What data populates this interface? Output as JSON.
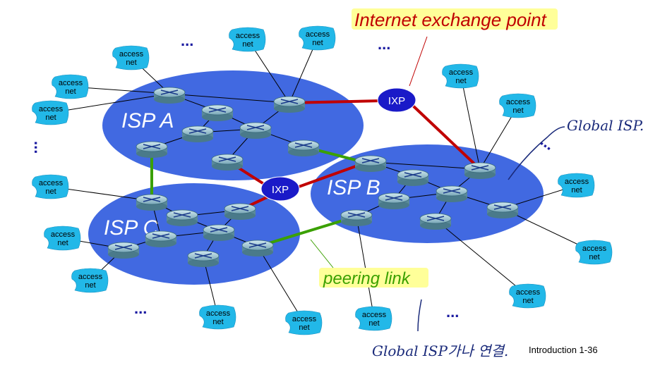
{
  "isps": [
    {
      "id": "a",
      "label": "ISP A"
    },
    {
      "id": "b",
      "label": "ISP B"
    },
    {
      "id": "c",
      "label": "ISP C"
    }
  ],
  "ixps": [
    {
      "id": "top",
      "label": "IXP"
    },
    {
      "id": "middle",
      "label": "IXP"
    }
  ],
  "access_net": {
    "line1": "access",
    "line2": "net"
  },
  "callouts": {
    "internet_exchange_point": "Internet exchange point",
    "peering_link": "peering link"
  },
  "annotations": {
    "global_isp": "Global ISP.",
    "global_isp_note": "Global ISP가나 연결."
  },
  "footer": {
    "slide_label": "Introduction 1-36"
  },
  "ellipsis": "...",
  "colors": {
    "isp_cloud": "#4169e1",
    "ixp_node": "#1a1ac8",
    "ixp_link": "#c00000",
    "peering_link": "#3aa000",
    "access_cloud": "#22b8e8",
    "callout_highlight": "#ffff99",
    "handwriting": "#1a2a7a"
  }
}
